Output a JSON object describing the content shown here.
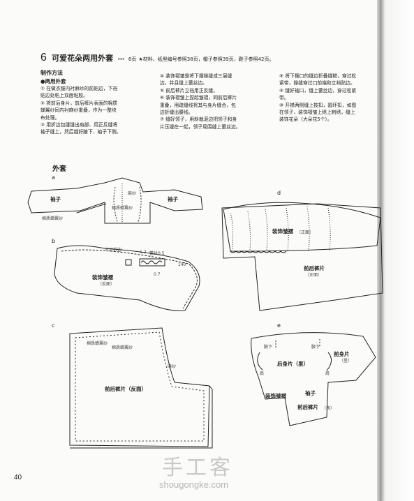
{
  "header": {
    "num": "6",
    "title": "可爱花朵两用外套",
    "dots": "•••",
    "page_ref": "6页",
    "materials": "★材料、纸型编号参照38页，帽子参照39页，鞋子参照42页。"
  },
  "method": {
    "heading": "制作方法",
    "subheading": "●两用外套"
  },
  "steps_col1": [
    "① 在做衣服内衬麻纱的前贴边，下裆",
    "贴边处粘上双面粘胶。",
    "② 将前后身片，前后裤片表面的棉质",
    "蝉翼纱同内衬麻纱重叠，作为一整块",
    "布处理。",
    "③ 用折边包缝缝出肩部、用正反缝将",
    "袖子缝上，然后缝好腋下、袖子下侧。"
  ],
  "steps_col2": [
    "④ 装饰褶皱是将下摆操缝成三层缝",
    "边，并且缝上蕾丝边。",
    "⑤ 前后裤片立裆用正反缝。",
    "⑥ 装饰褶皱上捏起皱褶，同前后裤片",
    "重叠，用疏缝线将其与身片缝合，包",
    "边折缝出腰线。",
    "⑦ 缝好领子，用斜裁滚边把领子和身",
    "片压缝在一起，领子周围缝上蕾丝边。"
  ],
  "steps_col3": [
    "⑧ 将下摆口的缝边折叠缝糙，穿过松",
    "紧带，操缝穿过口前端和立裆贴边。",
    "⑨ 缝好袖口，缝上蕾丝边，穿过松紧",
    "带。",
    "⑩ 开襟两侧缝上按扣，圆环扣，如图",
    "在领子，装饰褶皱上绣上刺绣，缝上",
    "装饰花朵（大朵花5个）。"
  ],
  "figure": {
    "title": "外套",
    "letters": {
      "a": "a",
      "b": "b",
      "c": "c",
      "d": "d",
      "e": "e"
    },
    "a": {
      "sleeve_left": "袖子",
      "sleeve_right": "袖子",
      "linen": "麻纱",
      "voile": "棉质蝉翼纱",
      "voile_bottom": "棉质蝉翼纱"
    },
    "b": {
      "triple_hem": "三层折边",
      "m1": "1.2",
      "m2": "蕾丝0.5",
      "m3": "0.7",
      "m4": "140",
      "ruffle": "装饰皱褶",
      "ruffle_side": "（反面）"
    },
    "c": {
      "voile": "棉质蝉翼纱",
      "linen": "麻纱",
      "piece": "前后裤片（反面）"
    },
    "d": {
      "ruffle": "装饰皱褶",
      "ruffle_side": "（正面）",
      "pants": "前后裤片",
      "pants_side": "（正面）"
    },
    "e": {
      "armpit1": "腋下",
      "armpit2": "腋下",
      "front": "前身片",
      "front_side": "（里）",
      "back": "后身片（里）",
      "shoulder1": "肩",
      "shoulder2": "肩",
      "ruffle": "装饰皱褶",
      "sleeve": "袖子",
      "pants": "前后裤片",
      "pants_side": "（表）"
    }
  },
  "page_number": "40",
  "watermark": {
    "cn": "手工客",
    "url": "shougongke.com"
  }
}
